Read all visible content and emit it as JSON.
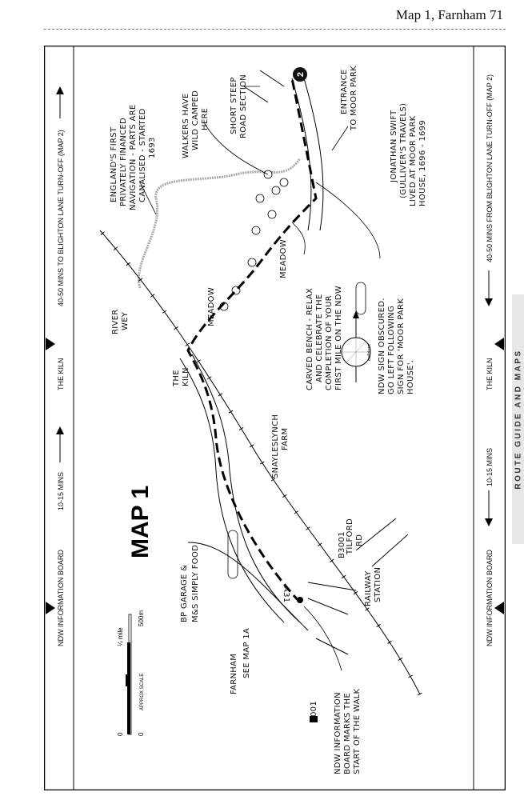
{
  "header": {
    "running_head": "Map 1, Farnham  71"
  },
  "side_tab": {
    "label": "ROUTE GUIDE AND MAPS",
    "color": "#e6e6e6"
  },
  "top_lane": {
    "start": "NDW INFORMATION BOARD",
    "time1": "10-15 MINS",
    "mid": "THE KILN",
    "time2": "40-50 MINS TO BLIGHTON LANE TURN-OFF (MAP 2)"
  },
  "bottom_lane": {
    "start": "NDW INFORMATION BOARD",
    "time1": "10-15 MINS",
    "mid": "THE KILN",
    "time2": "40-50 MINS FROM BLIGHTON LANE TURN-OFF (MAP 2)"
  },
  "map": {
    "title": "MAP 1",
    "next_map_marker": "2",
    "scale": {
      "label": "APPROX SCALE",
      "mile_zero": "0",
      "mile_label": "¼ mile",
      "m_zero": "0",
      "m_label": "500m"
    },
    "places": {
      "town": "FARNHAM",
      "town_sub": "SEE MAP 1A",
      "road_a31": "A31",
      "road_b3001": "B3001",
      "tilford": [
        "TILFORD",
        "RD"
      ],
      "railway": [
        "RAILWAY",
        "STATION"
      ],
      "farm": [
        "SNAYLESLYNCH",
        "FARM"
      ],
      "kiln": [
        "THE",
        "KILN"
      ],
      "meadow1": "MEADOW",
      "meadow2": "MEADOW",
      "river": [
        "RIVER",
        "WEY"
      ],
      "waypoint": "001"
    },
    "notes": {
      "garage": [
        "BP GARAGE &",
        "M&S SIMPLY FOOD"
      ],
      "board": [
        "NDW INFORMATION",
        "BOARD MARKS THE",
        "START OF THE WALK"
      ],
      "navigation": [
        "ENGLAND'S FIRST",
        "PRIVATELY FINANCED",
        "NAVIGATION - PARTS ARE",
        "CANALISED - STARTED",
        "1693"
      ],
      "camped": [
        "WALKERS HAVE",
        "WILD CAMPED",
        "HERE"
      ],
      "steep": [
        "SHORT STEEP",
        "ROAD SECTION"
      ],
      "moor_park": [
        "ENTRANCE",
        "TO MOOR PARK"
      ],
      "swift": [
        "JONATHAN SWIFT",
        "(GULLIVER'S TRAVELS)",
        "LIVED AT MOOR PARK",
        "HOUSE, 1696 - 1699"
      ],
      "bench": [
        "CARVED BENCH - RELAX",
        "AND CELEBRATE THE",
        "COMPLETION OF YOUR",
        "FIRST MILE ON THE NDW"
      ],
      "sign": [
        "NDW SIGN OBSCURED.",
        "GO LEFT FOLLOWING",
        "SIGN FOR 'MOOR PARK",
        "HOUSE'."
      ]
    },
    "compass_logo": "trailblazer"
  }
}
